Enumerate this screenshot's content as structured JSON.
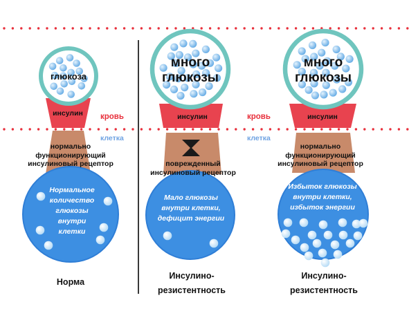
{
  "zones": {
    "blood_label": "кровь",
    "cell_label": "клетка"
  },
  "columns": [
    {
      "glucose_label": "глюкоза",
      "insulin_label": "инсулин",
      "receptor_label": "нормально функционирующий инсулиновый рецептор",
      "cell_text": "Нормальное количество глюкозы внутри клетки",
      "caption": "Норма"
    },
    {
      "glucose_label": "много глюкозы",
      "insulin_label": "инсулин",
      "receptor_label": "поврежденный инсулиновый рецептор",
      "cell_text": "Мало глюкозы внутри клетки, дефицит энергии",
      "caption": "Инсулино- резистентность"
    },
    {
      "glucose_label": "много глюкозы",
      "insulin_label": "инсулин",
      "receptor_label": "нормально функционирующий инсулиновый рецептор",
      "cell_text": "Избыток глюкозы внутри клетки, избыток энергии",
      "caption": "Инсулино- резистентность"
    }
  ],
  "colors": {
    "dotted_line": "#e8303c",
    "insulin_fill": "#e8434f",
    "receptor_fill": "#c88a6a",
    "glucose_ring": "#6fc5be",
    "glucose_bead": "#8ec3ee",
    "cell_fill": "#3d8fe2",
    "cell_glucose": "#d4ebfb",
    "divider": "#222222"
  }
}
